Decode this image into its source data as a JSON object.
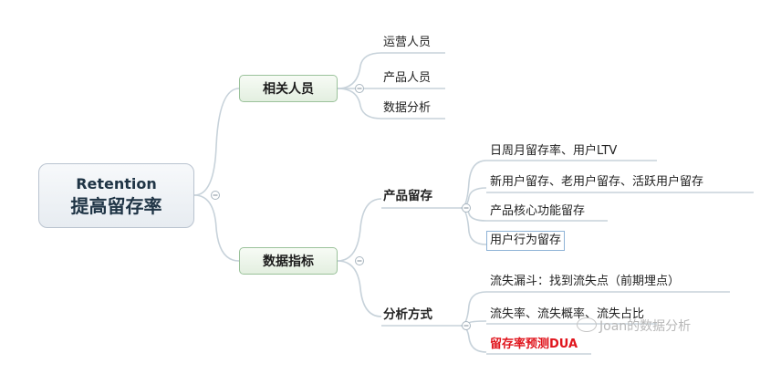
{
  "root": {
    "title_en": "Retention",
    "title_zh": "提高留存率"
  },
  "branches": [
    {
      "label": "相关人员",
      "children": [
        "运营人员",
        "产品人员",
        "数据分析"
      ]
    },
    {
      "label": "数据指标",
      "children": [
        {
          "label": "产品留存",
          "children": [
            "日周月留存率、用户LTV",
            "新用户留存、老用户留存、活跃用户留存",
            "产品核心功能留存",
            "用户行为留存"
          ]
        },
        {
          "label": "分析方式",
          "children": [
            "流失漏斗：找到流失点（前期埋点）",
            "流失率、流失概率、流失占比",
            "留存率预测DUA"
          ]
        }
      ]
    }
  ],
  "watermark": "Joan的数据分析",
  "colors": {
    "line": "#c7d2da",
    "accent_red": "#e0141c",
    "l1_border": "#9bc29b",
    "root_border": "#b9c3cf"
  }
}
